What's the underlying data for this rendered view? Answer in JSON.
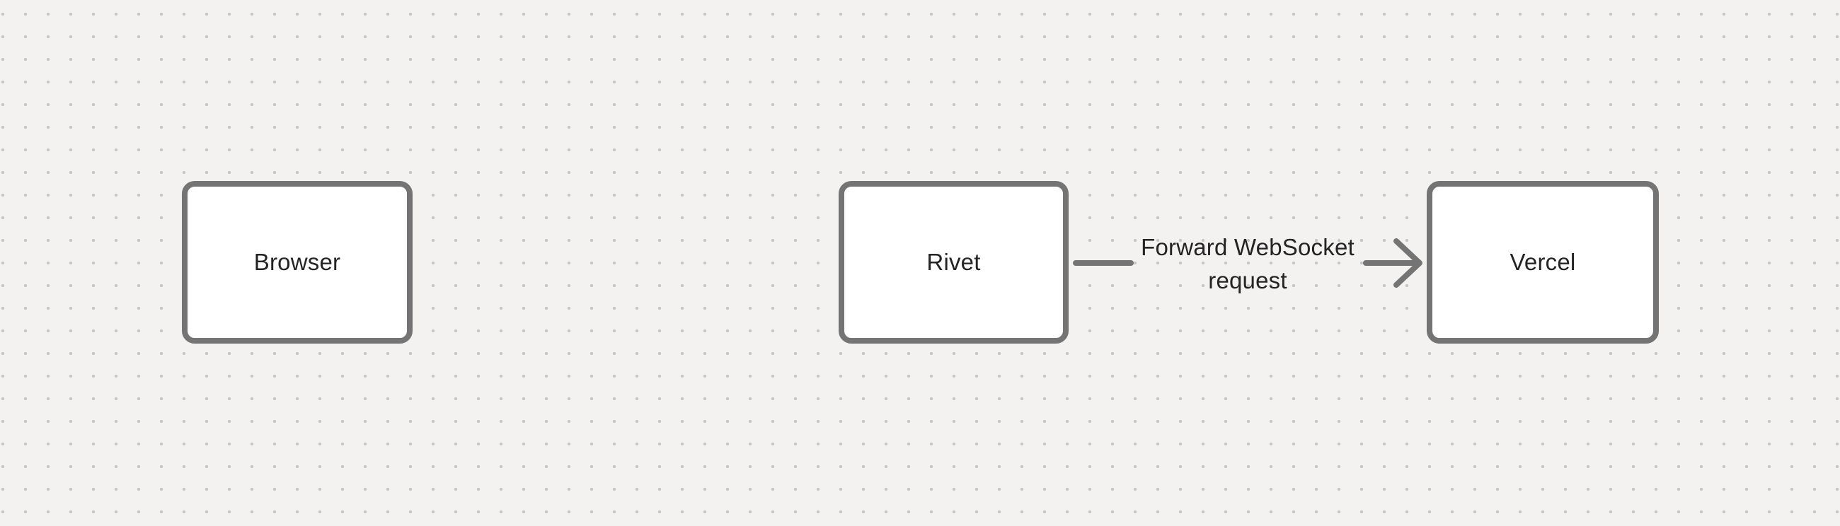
{
  "canvas": {
    "type": "dotted-grid",
    "background_color": "#f3f2f1",
    "dot_color": "#c5c5c3"
  },
  "palette": {
    "stroke": "#747474",
    "shape_fill": "#ffffff",
    "text": "#242424"
  },
  "nodes": [
    {
      "id": "browser",
      "label": "Browser"
    },
    {
      "id": "rivet",
      "label": "Rivet"
    },
    {
      "id": "vercel",
      "label": "Vercel"
    }
  ],
  "edges": [
    {
      "from": "rivet",
      "to": "vercel",
      "label": "Forward WebSocket request",
      "label_lines": [
        "Forward WebSocket",
        "request"
      ]
    }
  ]
}
